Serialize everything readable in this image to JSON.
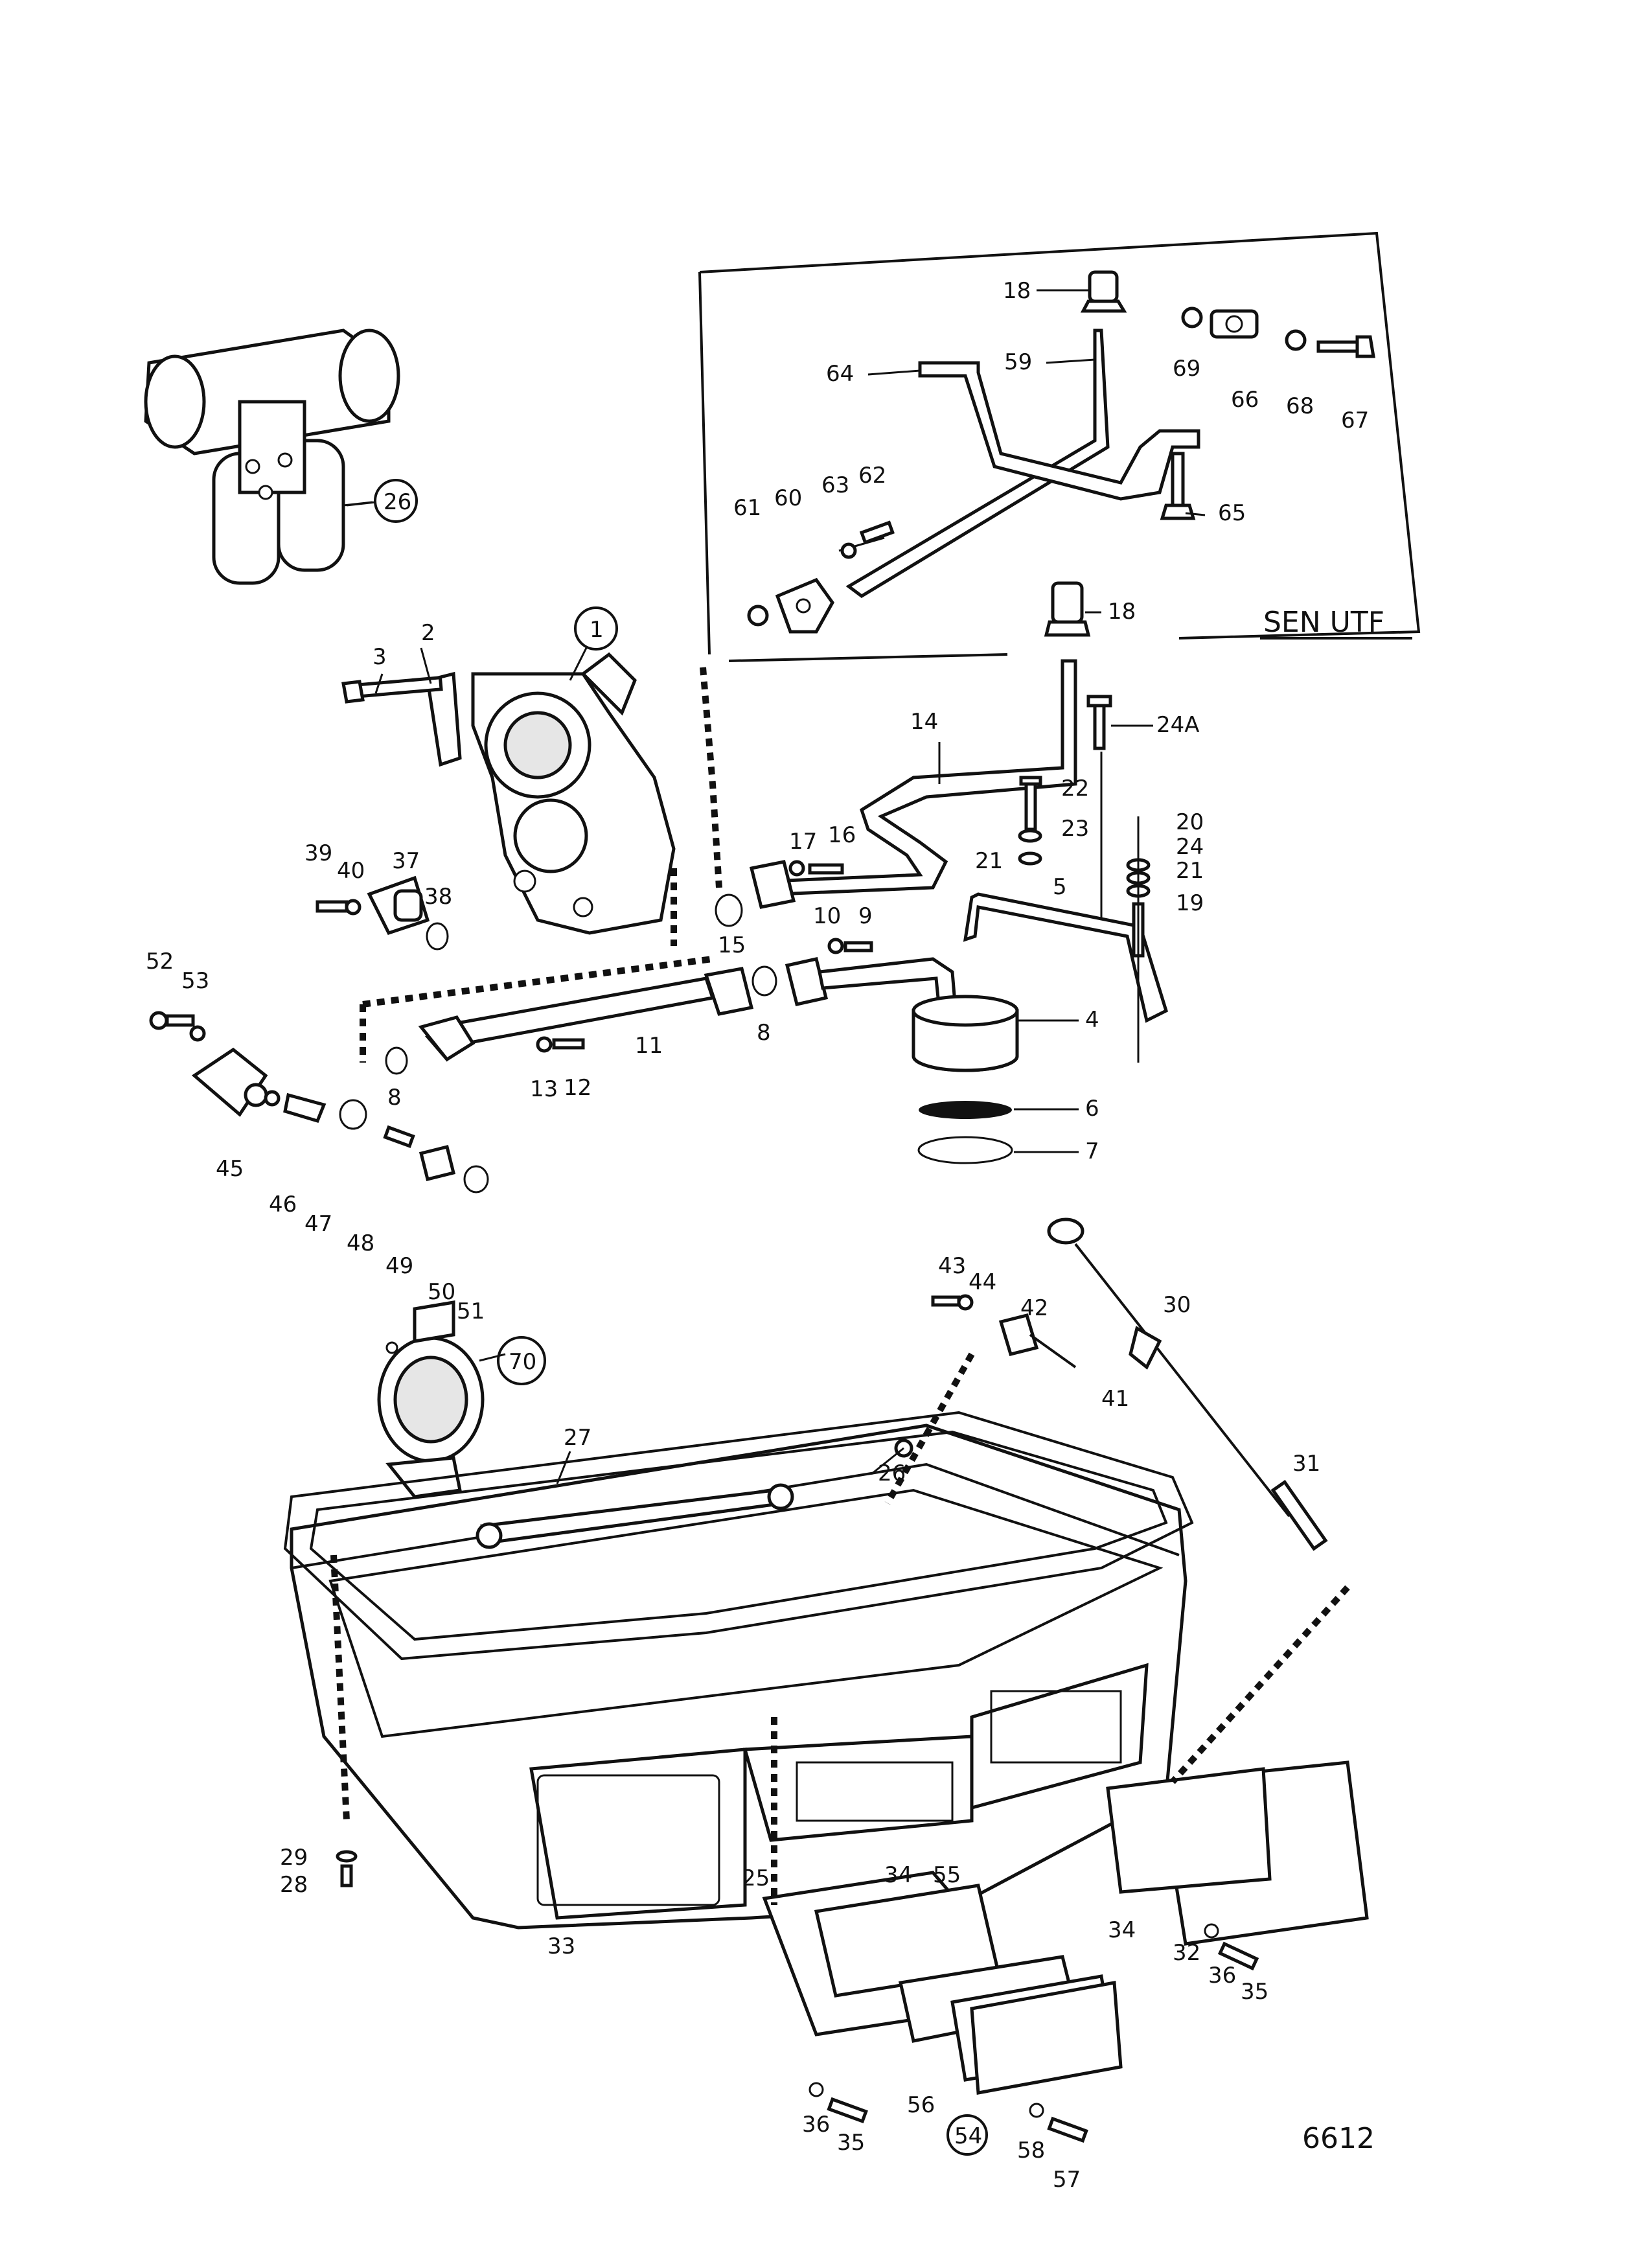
{
  "drawing": {
    "inset_title": "SEN UTF",
    "figure_number": "6612"
  },
  "callouts": [
    {
      "id": "c26top",
      "text": "26",
      "circled": true
    },
    {
      "id": "c1",
      "text": "1",
      "circled": true
    },
    {
      "id": "c2",
      "text": "2"
    },
    {
      "id": "c3",
      "text": "3"
    },
    {
      "id": "c4",
      "text": "4"
    },
    {
      "id": "c5",
      "text": "5"
    },
    {
      "id": "c6",
      "text": "6"
    },
    {
      "id": "c7",
      "text": "7"
    },
    {
      "id": "c8a",
      "text": "8"
    },
    {
      "id": "c8b",
      "text": "8"
    },
    {
      "id": "c9",
      "text": "9"
    },
    {
      "id": "c10",
      "text": "10"
    },
    {
      "id": "c11",
      "text": "11"
    },
    {
      "id": "c12",
      "text": "12"
    },
    {
      "id": "c13",
      "text": "13"
    },
    {
      "id": "c14",
      "text": "14"
    },
    {
      "id": "c15",
      "text": "15"
    },
    {
      "id": "c16",
      "text": "16"
    },
    {
      "id": "c17",
      "text": "17"
    },
    {
      "id": "c18a",
      "text": "18"
    },
    {
      "id": "c18b",
      "text": "18"
    },
    {
      "id": "c19",
      "text": "19"
    },
    {
      "id": "c20",
      "text": "20"
    },
    {
      "id": "c21a",
      "text": "21"
    },
    {
      "id": "c21b",
      "text": "21"
    },
    {
      "id": "c22",
      "text": "22"
    },
    {
      "id": "c23",
      "text": "23"
    },
    {
      "id": "c24",
      "text": "24"
    },
    {
      "id": "c24a",
      "text": "24A"
    },
    {
      "id": "c25",
      "text": "25"
    },
    {
      "id": "c26",
      "text": "26"
    },
    {
      "id": "c27",
      "text": "27"
    },
    {
      "id": "c28",
      "text": "28"
    },
    {
      "id": "c29",
      "text": "29"
    },
    {
      "id": "c30",
      "text": "30"
    },
    {
      "id": "c31",
      "text": "31"
    },
    {
      "id": "c32",
      "text": "32"
    },
    {
      "id": "c33",
      "text": "33"
    },
    {
      "id": "c34a",
      "text": "34"
    },
    {
      "id": "c34b",
      "text": "34"
    },
    {
      "id": "c35a",
      "text": "35"
    },
    {
      "id": "c35b",
      "text": "35"
    },
    {
      "id": "c36a",
      "text": "36"
    },
    {
      "id": "c36b",
      "text": "36"
    },
    {
      "id": "c37",
      "text": "37"
    },
    {
      "id": "c38",
      "text": "38"
    },
    {
      "id": "c39",
      "text": "39"
    },
    {
      "id": "c40",
      "text": "40"
    },
    {
      "id": "c41",
      "text": "41"
    },
    {
      "id": "c42",
      "text": "42"
    },
    {
      "id": "c43",
      "text": "43"
    },
    {
      "id": "c44",
      "text": "44"
    },
    {
      "id": "c45",
      "text": "45"
    },
    {
      "id": "c46",
      "text": "46"
    },
    {
      "id": "c47",
      "text": "47"
    },
    {
      "id": "c48",
      "text": "48"
    },
    {
      "id": "c49",
      "text": "49"
    },
    {
      "id": "c50",
      "text": "50"
    },
    {
      "id": "c51",
      "text": "51"
    },
    {
      "id": "c52",
      "text": "52"
    },
    {
      "id": "c53",
      "text": "53"
    },
    {
      "id": "c54",
      "text": "54",
      "circled": true
    },
    {
      "id": "c55",
      "text": "55"
    },
    {
      "id": "c56",
      "text": "56"
    },
    {
      "id": "c57",
      "text": "57"
    },
    {
      "id": "c58",
      "text": "58"
    },
    {
      "id": "c59",
      "text": "59"
    },
    {
      "id": "c60",
      "text": "60"
    },
    {
      "id": "c61",
      "text": "61"
    },
    {
      "id": "c62",
      "text": "62"
    },
    {
      "id": "c63",
      "text": "63"
    },
    {
      "id": "c64",
      "text": "64"
    },
    {
      "id": "c65",
      "text": "65"
    },
    {
      "id": "c66",
      "text": "66"
    },
    {
      "id": "c67",
      "text": "67"
    },
    {
      "id": "c68",
      "text": "68"
    },
    {
      "id": "c69",
      "text": "69"
    },
    {
      "id": "c70",
      "text": "70",
      "circled": true
    }
  ]
}
